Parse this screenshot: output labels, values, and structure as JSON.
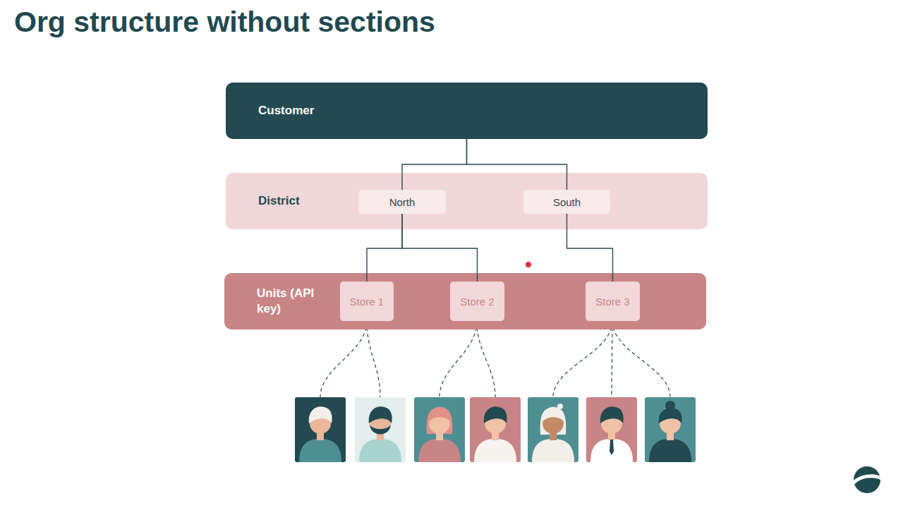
{
  "diagram": {
    "title": "Org structure without sections",
    "nodes": [
      {
        "text": [
          "Customer"
        ]
      },
      {
        "text": [
          "District"
        ]
      },
      {
        "text": [
          "North"
        ],
        "in": 1
      },
      {
        "text": [
          "South"
        ],
        "in": 1
      },
      {
        "text": [
          "Units (API key)"
        ]
      },
      {
        "text": [
          "Store 1"
        ],
        "in": 4
      },
      {
        "text": [
          "Store 2"
        ],
        "in": 4
      },
      {
        "text": [
          "Store 3"
        ],
        "in": 4
      }
    ],
    "edges": [
      {
        "from": 0,
        "to": 2,
        "arrow": "none"
      },
      {
        "from": 0,
        "to": 3,
        "arrow": "none"
      },
      {
        "from": 2,
        "to": 5,
        "arrow": "none"
      },
      {
        "from": 2,
        "to": 6,
        "arrow": "none"
      },
      {
        "from": 3,
        "to": 7,
        "arrow": "none"
      }
    ]
  }
}
